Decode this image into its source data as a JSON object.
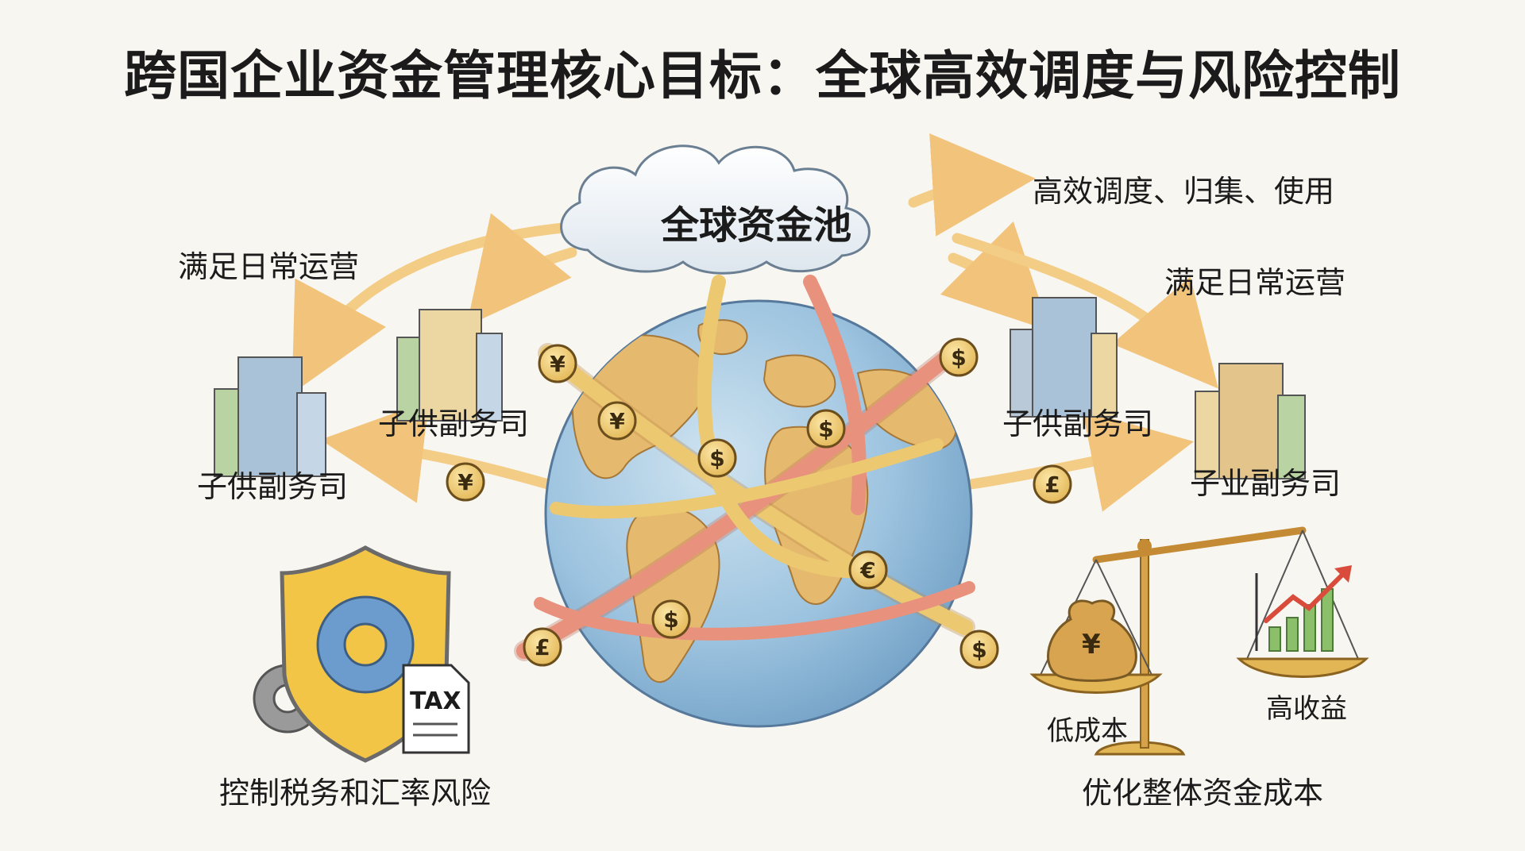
{
  "title": "跨国企业资金管理核心目标：全球高效调度与风险控制",
  "pool": {
    "label": "全球资金池"
  },
  "flow_labels": {
    "top_right": "高效调度、归集、使用",
    "left": "满足日常运营",
    "right": "满足日常运营"
  },
  "subsidiaries": [
    {
      "label": "子供副务司"
    },
    {
      "label": "子供副务司"
    },
    {
      "label": "子供副务司"
    },
    {
      "label": "子业副务司"
    }
  ],
  "currencies": [
    "¥",
    "¥",
    "¥",
    "$",
    "$",
    "$",
    "$",
    "£",
    "£",
    "€",
    "$"
  ],
  "tax_doc": "TAX",
  "goals": {
    "risk": "控制税务和汇率风险",
    "cost": "优化整体资金成本",
    "low_cost": "低成本",
    "high_return": "高收益"
  },
  "colors": {
    "ocean": "#9cc3df",
    "land": "#e6ba6e",
    "band_gold": "#ecc871",
    "band_red": "#e8917d",
    "arrow": "#f3cc85",
    "shield": "#f2c547",
    "gear_blue": "#6c9ccd"
  }
}
